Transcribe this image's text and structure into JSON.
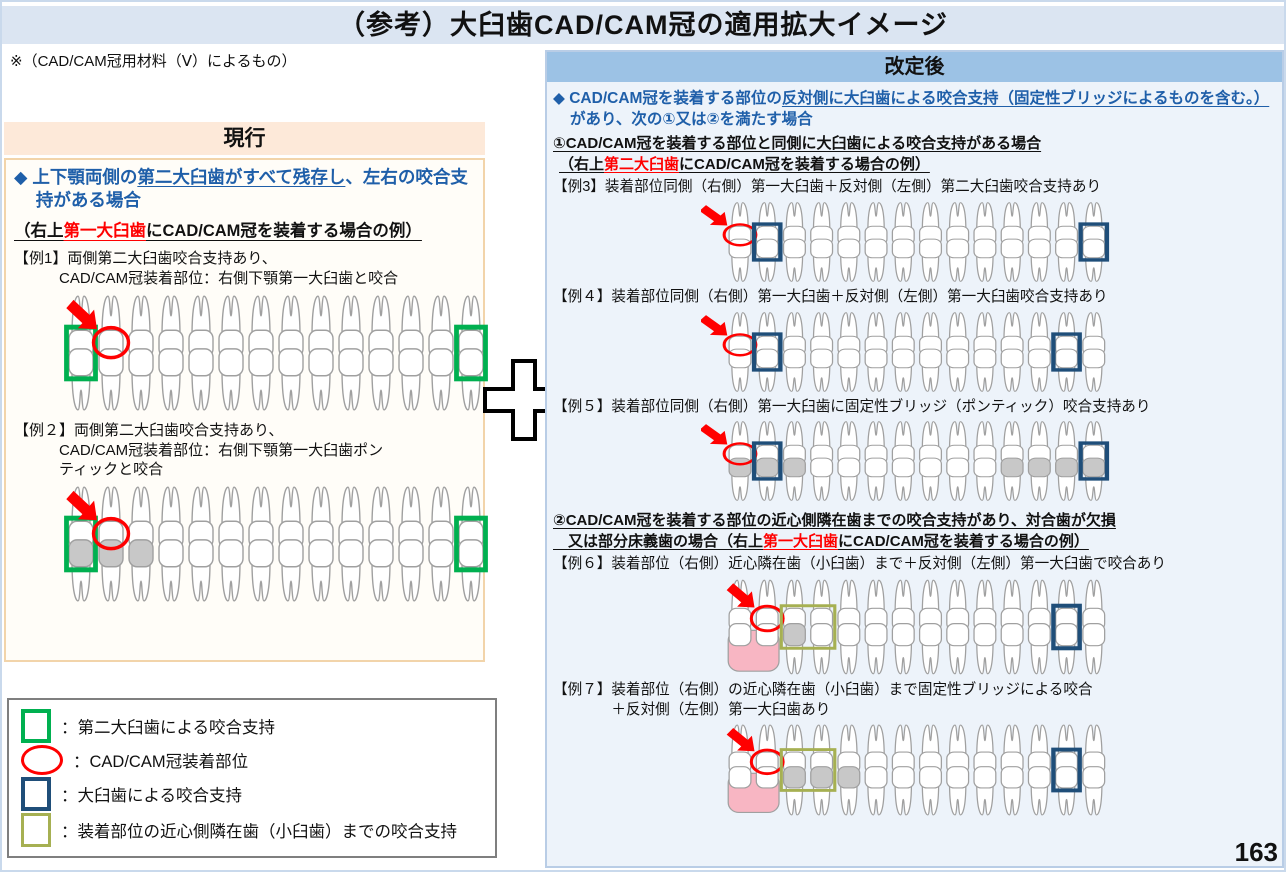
{
  "page": {
    "title": "（参考）大臼歯CAD/CAM冠の適用拡大イメージ",
    "note": "※（CAD/CAM冠用材料（Ⅴ）によるもの）",
    "page_number": "163"
  },
  "colors": {
    "green": "#00B050",
    "navy": "#1F4E79",
    "olive": "#A6B052",
    "red": "#FF0000",
    "pink": "#F8B6C3",
    "gray": "#C8C8C8",
    "tooth_outline": "#A0A0A0",
    "blue_text": "#1F5FA9",
    "title_bg": "#DBE5F2",
    "revised_header_bg": "#9CC2E5",
    "current_header_bg": "#FDE9D9"
  },
  "current": {
    "header": "現行",
    "bullet": "◆ ",
    "cond_pre": "上下顎両側の",
    "cond_underline": "第二大臼歯がすべて残存し",
    "cond_post": "、左右の咬合支持がある場合",
    "case_pre": "（右上",
    "case_red": "第一大臼歯",
    "case_post": "にCAD/CAM冠を装着する場合の例）",
    "ex1_caption": "【例1】両側第二大臼歯咬合支持あり、\n　　　CAD/CAM冠装着部位：右側下顎第一大臼歯と咬合",
    "ex2_caption": "【例２】両側第二大臼歯咬合支持あり、\n　　　CAD/CAM冠装着部位：右側下顎第一大臼歯ポン\n　　　ティックと咬合"
  },
  "revised": {
    "header": "改定後",
    "bullet": "◆ ",
    "cond_pre": "CAD/CAM冠を装着する部位の",
    "cond_underline": "反対側に大臼歯による咬合支持（固定性ブリッジによるものを含む。）",
    "cond_post": "があり、次の①又は②を満たす場合",
    "sec1_title": "①CAD/CAM冠を装着する部位と同側に大臼歯による咬合支持がある場合",
    "sec1_pre": "（右上",
    "sec1_red": "第二大臼歯",
    "sec1_post": "にCAD/CAM冠を装着する場合の例）",
    "ex3_caption": "【例3】装着部位同側（右側）第一大臼歯＋反対側（左側）第二大臼歯咬合支持あり",
    "ex4_caption": "【例４】装着部位同側（右側）第一大臼歯＋反対側（左側）第一大臼歯咬合支持あり",
    "ex5_caption": "【例５】装着部位同側（右側）第一大臼歯に固定性ブリッジ（ポンティック）咬合支持あり",
    "sec2_line1": "②CAD/CAM冠を装着する部位の近心側隣在歯までの咬合支持があり、対合歯が欠損",
    "sec2_pre": "　又は部分床義歯の場合（右上",
    "sec2_red": "第一大臼歯",
    "sec2_post": "にCAD/CAM冠を装着する場合の例）",
    "ex6_caption": "【例６】装着部位（右側）近心隣在歯（小臼歯）まで＋反対側（左側）第一大臼歯で咬合あり",
    "ex7_caption": "【例７】装着部位（右側）の近心隣在歯（小臼歯）まで固定性ブリッジによる咬合\n　　　　＋反対側（左側）第一大臼歯あり"
  },
  "legend": {
    "items": [
      {
        "swatch": "green-box",
        "label": "：第二大臼歯による咬合支持"
      },
      {
        "swatch": "red-ellipse",
        "label": "：CAD/CAM冠装着部位"
      },
      {
        "swatch": "navy-box",
        "label": "：大臼歯による咬合支持"
      },
      {
        "swatch": "olive-box",
        "label": "：装着部位の近心側隣在歯（小臼歯）までの咬合支持"
      }
    ]
  },
  "diagrams": {
    "ex1": {
      "overlays": [
        {
          "type": "green-box",
          "tooth": 0
        },
        {
          "type": "red-arrow",
          "tooth": 1
        },
        {
          "type": "red-ellipse",
          "tooth": 1
        },
        {
          "type": "green-box",
          "tooth": 13
        }
      ]
    },
    "ex2": {
      "gray_lower": [
        0,
        1,
        2
      ],
      "overlays": [
        {
          "type": "green-box",
          "tooth": 0
        },
        {
          "type": "red-arrow",
          "tooth": 1
        },
        {
          "type": "red-ellipse",
          "tooth": 1
        },
        {
          "type": "green-box",
          "tooth": 13
        }
      ]
    },
    "ex3": {
      "overlays": [
        {
          "type": "red-arrow",
          "tooth": 0
        },
        {
          "type": "red-ellipse",
          "tooth": 0
        },
        {
          "type": "navy-box",
          "tooth": 1
        },
        {
          "type": "navy-box",
          "tooth": 13
        }
      ]
    },
    "ex4": {
      "overlays": [
        {
          "type": "red-arrow",
          "tooth": 0
        },
        {
          "type": "red-ellipse",
          "tooth": 0
        },
        {
          "type": "navy-box",
          "tooth": 1
        },
        {
          "type": "navy-box",
          "tooth": 12
        }
      ]
    },
    "ex5": {
      "gray_lower": [
        0,
        1,
        2,
        10,
        11,
        12,
        13
      ],
      "overlays": [
        {
          "type": "red-arrow",
          "tooth": 0
        },
        {
          "type": "red-ellipse",
          "tooth": 0
        },
        {
          "type": "navy-box",
          "tooth": 1
        },
        {
          "type": "navy-box",
          "tooth": 13
        }
      ]
    },
    "ex6": {
      "pink_lower": [
        0,
        1
      ],
      "gray_lower": [
        2
      ],
      "overlays": [
        {
          "type": "red-arrow",
          "tooth": 1
        },
        {
          "type": "red-ellipse",
          "tooth": 1
        },
        {
          "type": "olive-box",
          "tooth": 2,
          "tooth_end": 3
        },
        {
          "type": "navy-box",
          "tooth": 12
        }
      ]
    },
    "ex7": {
      "pink_lower": [
        0,
        1
      ],
      "gray_lower": [
        2,
        3,
        4
      ],
      "overlays": [
        {
          "type": "red-arrow",
          "tooth": 1
        },
        {
          "type": "red-ellipse",
          "tooth": 1
        },
        {
          "type": "olive-box",
          "tooth": 2,
          "tooth_end": 3
        },
        {
          "type": "navy-box",
          "tooth": 12
        }
      ]
    }
  }
}
